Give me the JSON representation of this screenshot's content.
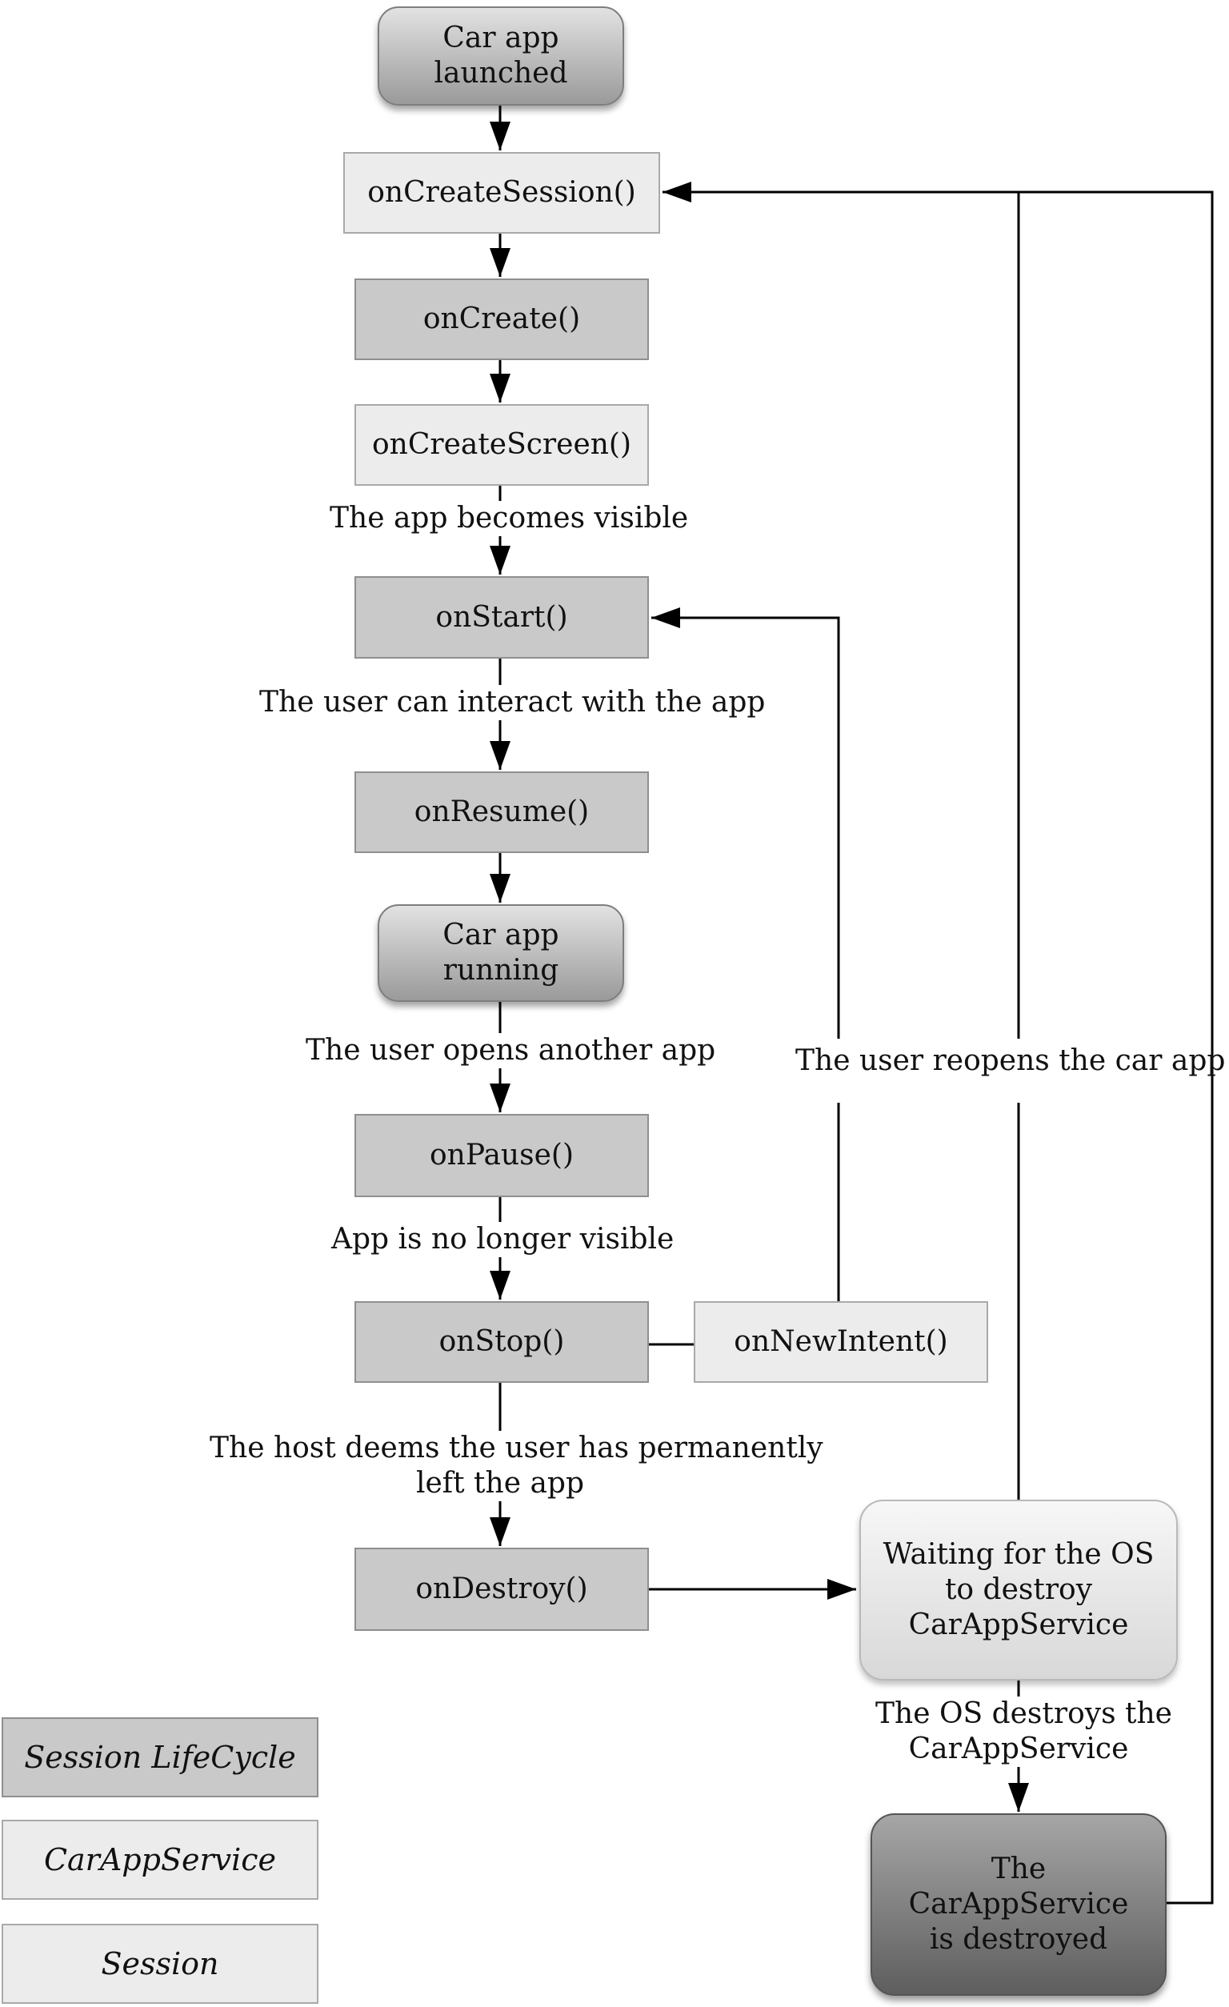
{
  "nodes": {
    "launched": {
      "line1": "Car app",
      "line2": "launched"
    },
    "on_create_session": "onCreateSession()",
    "on_create": "onCreate()",
    "on_create_screen": "onCreateScreen()",
    "on_start": "onStart()",
    "on_resume": "onResume()",
    "running": {
      "line1": "Car app",
      "line2": "running"
    },
    "on_pause": "onPause()",
    "on_stop": "onStop()",
    "on_new_intent": "onNewIntent()",
    "on_destroy": "onDestroy()",
    "waiting": {
      "line1": "Waiting for the OS",
      "line2": "to destroy",
      "line3": "CarAppService"
    },
    "destroyed": {
      "line1": "The",
      "line2": "CarAppService",
      "line3": "is destroyed"
    }
  },
  "edge_labels": {
    "app_visible": "The app becomes visible",
    "user_interact": "The user can interact with the app",
    "opens_another": "The user opens another app",
    "no_longer_visible": "App is no longer visible",
    "host_deems": {
      "line1": "The host deems the user has permanently",
      "line2": "left the app"
    },
    "user_reopens": "The user reopens the car app",
    "os_destroys": {
      "line1": "The OS destroys the",
      "line2": "CarAppService"
    }
  },
  "legend": {
    "session_lifecycle": "Session LifeCycle",
    "car_app_service": "CarAppService",
    "session": "Session"
  },
  "colors": {
    "lifecycle_fill": "#c9c9c9",
    "service_fill": "#ececec",
    "line": "#000000"
  }
}
